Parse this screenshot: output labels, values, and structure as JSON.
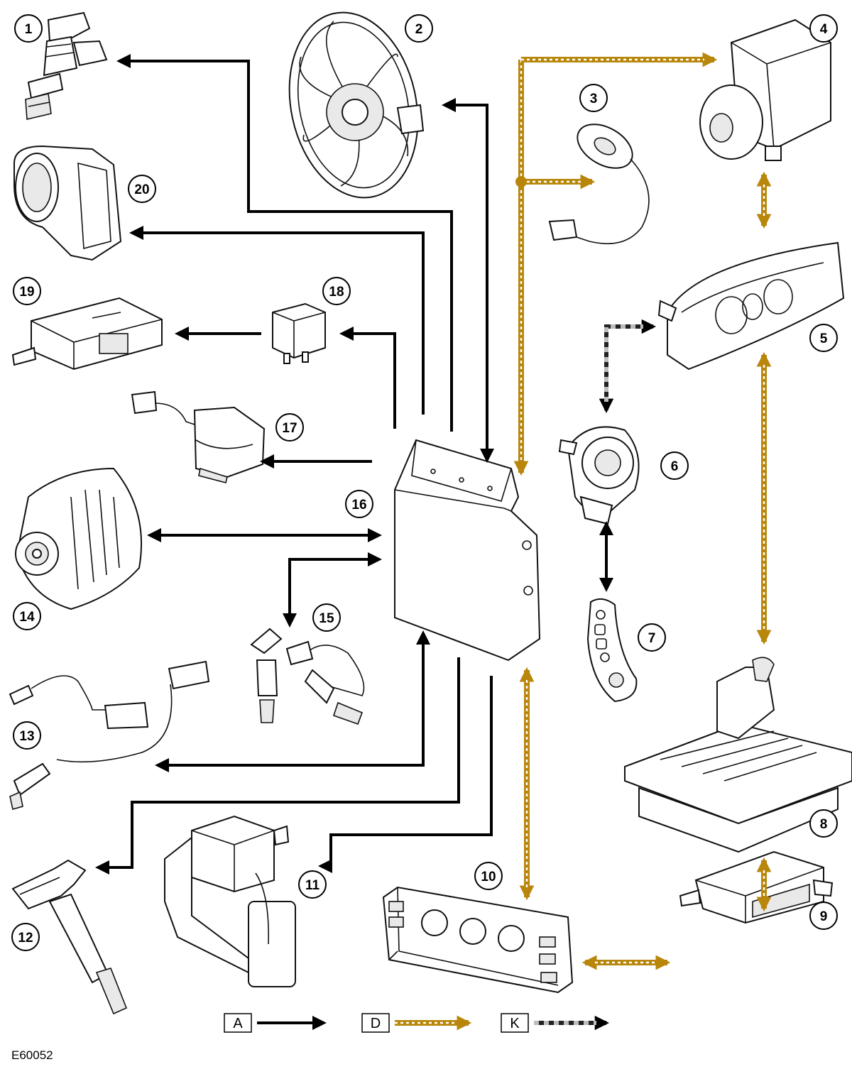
{
  "figure_ref": "E60052",
  "colors": {
    "link_A": "#000000",
    "link_D": "#b8860b",
    "link_K": "#222222"
  },
  "components": [
    {
      "num": "1",
      "icon": "fuel-injector"
    },
    {
      "num": "2",
      "icon": "cooling-fan"
    },
    {
      "num": "3",
      "icon": "steering-angle-sensor"
    },
    {
      "num": "4",
      "icon": "abs-module"
    },
    {
      "num": "5",
      "icon": "instrument-cluster"
    },
    {
      "num": "6",
      "icon": "clockspring"
    },
    {
      "num": "7",
      "icon": "steering-wheel-switch"
    },
    {
      "num": "8",
      "icon": "transmission-control-module"
    },
    {
      "num": "9",
      "icon": "restraints-control-module"
    },
    {
      "num": "10",
      "icon": "climate-control-panel"
    },
    {
      "num": "11",
      "icon": "fuel-pump-assembly"
    },
    {
      "num": "12",
      "icon": "ignition-coil"
    },
    {
      "num": "13",
      "icon": "oxygen-sensors"
    },
    {
      "num": "14",
      "icon": "generator"
    },
    {
      "num": "15",
      "icon": "knock-sensors"
    },
    {
      "num": "16",
      "icon": "engine-control-module"
    },
    {
      "num": "17",
      "icon": "accelerator-pedal-sensor"
    },
    {
      "num": "18",
      "icon": "relay"
    },
    {
      "num": "19",
      "icon": "control-module"
    },
    {
      "num": "20",
      "icon": "throttle-body"
    }
  ],
  "legend": [
    {
      "label": "A",
      "line": "link_A"
    },
    {
      "label": "D",
      "line": "link_D"
    },
    {
      "label": "K",
      "line": "link_K"
    }
  ]
}
